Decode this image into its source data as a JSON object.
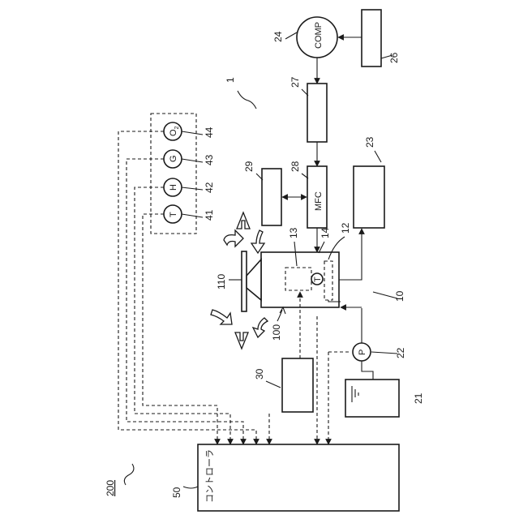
{
  "figure": {
    "system_label": "200",
    "apparatus_label": "1",
    "compressor": {
      "text": "COMP",
      "ref": "24"
    },
    "refs": {
      "source_box": "26",
      "filter": "27",
      "mfc_box": "28",
      "side_box": "29",
      "box_23": "23",
      "chamber": "10",
      "inner_13": "13",
      "label_14": "14",
      "heater_12": "12",
      "plate": "110",
      "label_100": "100",
      "box_30": "30",
      "pump": "22",
      "tank": "21",
      "controller": "50",
      "sensor_T": "41",
      "sensor_H": "42",
      "sensor_G": "43",
      "sensor_O2": "44"
    },
    "mfc_text": "MFC",
    "pump_text": "P",
    "sensor_texts": {
      "T": "T",
      "H": "H",
      "G": "G",
      "O2": "O",
      "O2_sub": "2"
    },
    "thermo_text": "T",
    "controller_text": "コントローラ"
  }
}
